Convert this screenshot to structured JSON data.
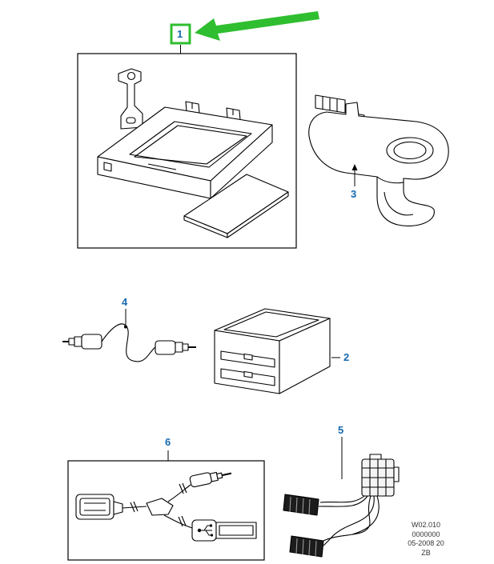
{
  "colors": {
    "callout": "#1569b0",
    "arrow_green": "#2fbe2f",
    "line": "#000000",
    "footer_text": "#333333"
  },
  "callouts": [
    {
      "label": "1"
    },
    {
      "label": "2"
    },
    {
      "label": "3"
    },
    {
      "label": "4"
    },
    {
      "label": "5"
    },
    {
      "label": "6"
    }
  ],
  "footer": {
    "line1": "W02.010",
    "line2": "0000000",
    "line3": "05-2008 20",
    "line4": "ZB"
  }
}
